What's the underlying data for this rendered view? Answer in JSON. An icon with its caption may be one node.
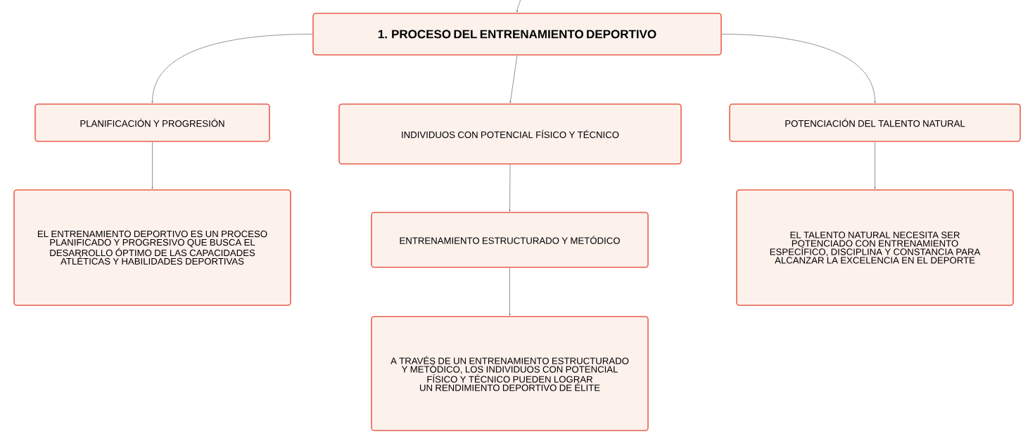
{
  "diagram": {
    "nodes": [
      {
        "text": [
          "1. PROCESO DEL ENTRENAMIENTO DEPORTIVO"
        ]
      },
      {
        "text": [
          "PLANIFICACIÓN Y PROGRESIÓN"
        ]
      },
      {
        "text": [
          "INDIVIDUOS CON POTENCIAL FÍSICO Y TÉCNICO"
        ]
      },
      {
        "text": [
          "POTENCIACIÓN DEL TALENTO NATURAL"
        ]
      },
      {
        "text": [
          "EL ENTRENAMIENTO DEPORTIVO ES UN PROCESO PLANIFICADO Y PROGRESIVO QUE BUSCA EL DESARROLLO ÓPTIMO DE LAS CAPACIDADES ATLÉTICAS Y HABILIDADES DEPORTIVAS"
        ]
      },
      {
        "text": [
          "ENTRENAMIENTO ESTRUCTURADO Y METÓDICO"
        ]
      },
      {
        "text": [
          "A TRAVÉS DE UN ENTRENAMIENTO ESTRUCTURADO Y METÓDICO, LOS INDIVIDUOS CON POTENCIAL FÍSICO Y TÉCNICO PUEDEN LOGRAR UN RENDIMIENTO DEPORTIVO DE ÉLITE"
        ]
      },
      {
        "text": [
          "EL TALENTO NATURAL NECESITA SER POTENCIADO CON ENTRENAMIENTO ESPECÍFICO, DISCIPLINA Y CONSTANCIA PARA ALCANZAR LA EXCELENCIA EN EL DEPORTE"
        ]
      }
    ],
    "edges": [
      {
        "from": null,
        "to": 0,
        "arrow": "to"
      },
      {
        "from": 0,
        "to": 1,
        "arrow": "to"
      },
      {
        "from": 0,
        "to": 2,
        "arrow": "to"
      },
      {
        "from": 0,
        "to": 3,
        "arrow": "to"
      },
      {
        "from": 1,
        "to": 4,
        "arrow": "to"
      },
      {
        "from": 2,
        "to": 5,
        "arrow": "to"
      },
      {
        "from": 5,
        "to": 6,
        "arrow": "to"
      },
      {
        "from": 3,
        "to": 7,
        "arrow": "to"
      }
    ]
  }
}
